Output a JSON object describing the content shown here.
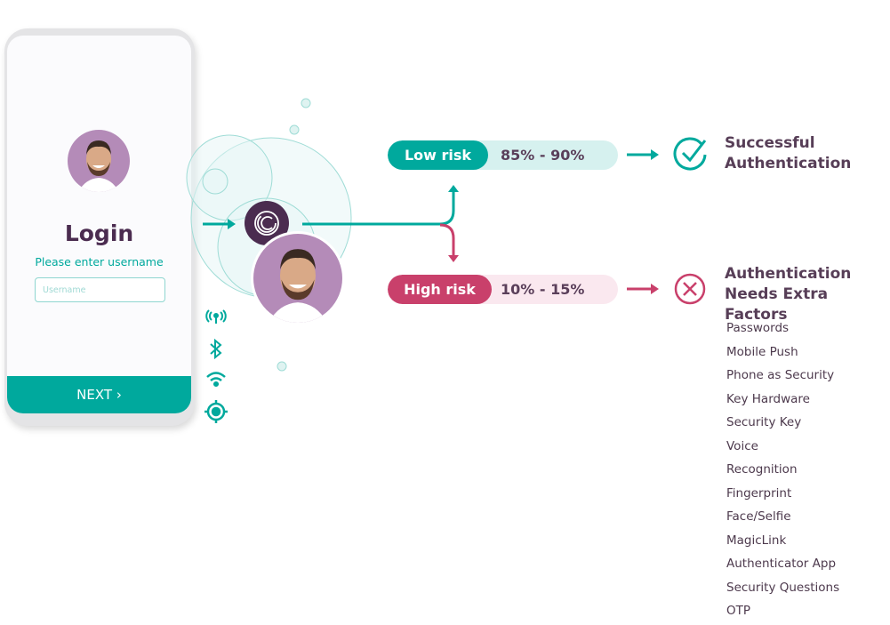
{
  "phone": {
    "title": "Login",
    "subtitle": "Please enter username",
    "input_placeholder": "Username",
    "next_label": "NEXT",
    "next_icon": "chevron-right"
  },
  "signals": [
    "antenna-icon",
    "bluetooth-icon",
    "wifi-icon",
    "location-target-icon"
  ],
  "center_icon": "fingerprint-icon",
  "low_risk": {
    "label": "Low risk",
    "range": "85% - 90%",
    "result": [
      "Successful",
      "Authentication"
    ],
    "color": "#00a99d",
    "icon": "check-circle"
  },
  "high_risk": {
    "label": "High risk",
    "range": "10% - 15%",
    "result": [
      "Authentication",
      "Needs Extra Factors"
    ],
    "color": "#c9406b",
    "icon": "x-circle"
  },
  "factors": [
    "Passwords",
    "Mobile Push",
    "Phone as Security",
    "Key Hardware",
    "Security Key",
    "Voice",
    "Recognition",
    "Fingerprint",
    "Face/Selfie",
    "MagicLink",
    "Authenticator App",
    "Security Questions",
    "OTP"
  ]
}
